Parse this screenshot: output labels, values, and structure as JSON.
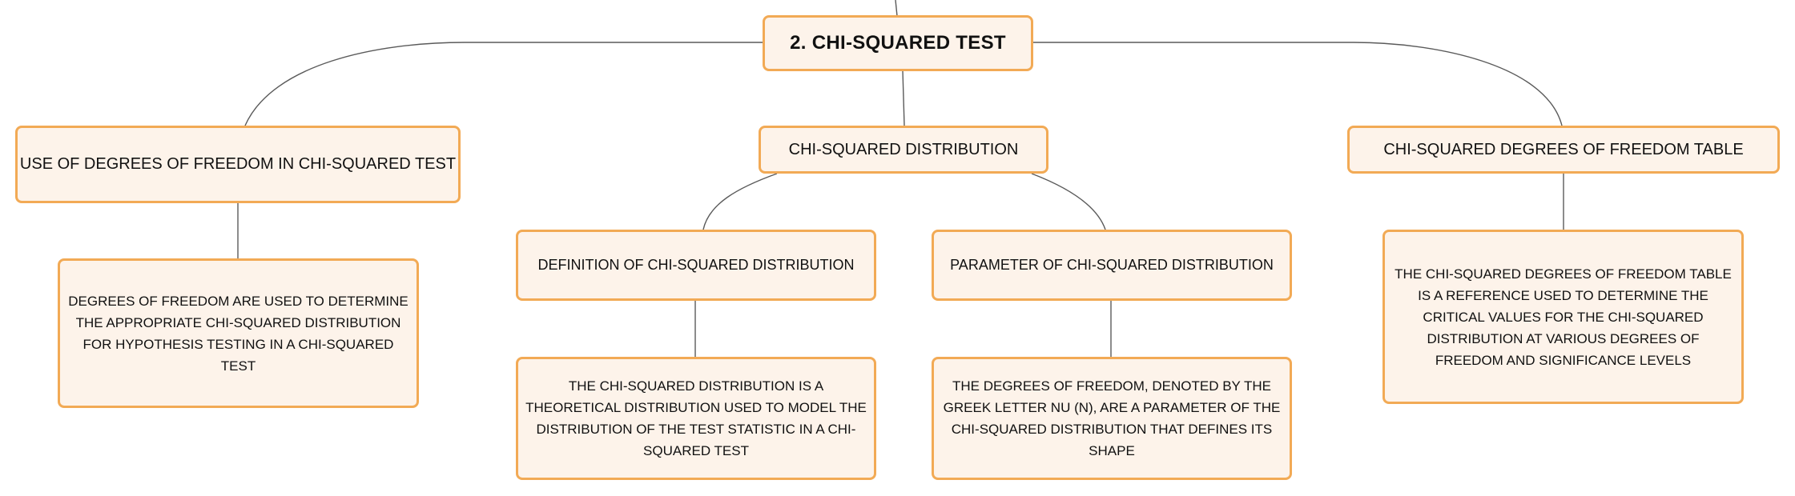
{
  "root": {
    "label": "2. CHI-SQUARED TEST"
  },
  "topics": [
    {
      "label": "USE OF DEGREES OF FREEDOM IN CHI-SQUARED TEST",
      "leaf": "DEGREES OF FREEDOM ARE USED TO DETERMINE THE APPROPRIATE CHI-SQUARED DISTRIBUTION FOR HYPOTHESIS TESTING IN A CHI-SQUARED TEST"
    },
    {
      "label": "CHI-SQUARED DISTRIBUTION",
      "children": [
        {
          "label": "DEFINITION OF CHI-SQUARED DISTRIBUTION",
          "leaf": "THE CHI-SQUARED DISTRIBUTION IS A THEORETICAL DISTRIBUTION USED TO MODEL THE DISTRIBUTION OF THE TEST STATISTIC IN A CHI-SQUARED TEST"
        },
        {
          "label": "PARAMETER OF CHI-SQUARED DISTRIBUTION",
          "leaf": "THE DEGREES OF FREEDOM, DENOTED BY THE GREEK LETTER NU (N), ARE A PARAMETER OF THE CHI-SQUARED DISTRIBUTION THAT DEFINES ITS SHAPE"
        }
      ]
    },
    {
      "label": "CHI-SQUARED DEGREES OF FREEDOM TABLE",
      "leaf": "THE CHI-SQUARED DEGREES OF FREEDOM TABLE IS A REFERENCE USED TO DETERMINE THE CRITICAL VALUES FOR THE CHI-SQUARED DISTRIBUTION AT VARIOUS DEGREES OF FREEDOM AND SIGNIFICANCE LEVELS"
    }
  ],
  "colors": {
    "node_border": "#f2aa55",
    "node_fill": "#fdf3ea",
    "connector": "#5a5a5a"
  }
}
